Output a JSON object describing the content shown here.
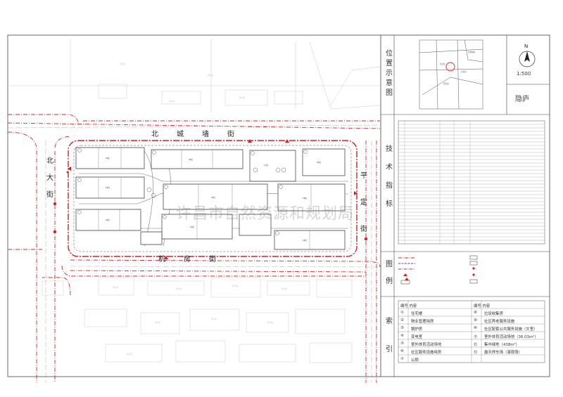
{
  "watermark": "许昌市自然资源和规划局",
  "streets": {
    "north": "北城墙街",
    "west": "北大街",
    "east": "平定街",
    "south": "机房街"
  },
  "sidebar": {
    "location_title": "位置示意图",
    "tech_title": "技术指标",
    "legend_title": "图例",
    "index_title": "索引",
    "scale": "1:500",
    "north_letter": "N",
    "place_name": "隐庐"
  },
  "index_table": {
    "header_left": "编号  内容",
    "header_right": "编号  内容",
    "left": [
      {
        "no": "①",
        "text": "住宅楼"
      },
      {
        "no": "②",
        "text": "物业管理用房"
      },
      {
        "no": "③",
        "text": "锅炉房"
      },
      {
        "no": "④",
        "text": "变电室"
      },
      {
        "no": "⑤",
        "text": "室外体育活动场地"
      },
      {
        "no": "⑥",
        "text": "社区服务设施用房"
      },
      {
        "no": "⑦",
        "text": "公厕"
      }
    ],
    "right": [
      {
        "no": "⑧",
        "text": "垃圾收集房"
      },
      {
        "no": "⑨",
        "text": "社区养老服务设施"
      },
      {
        "no": "⑩",
        "text": "社区配套公共服务设施（文室）"
      },
      {
        "no": "⑪",
        "text": "室外体育活动场地（36.03m²）"
      },
      {
        "no": "⑫",
        "text": "集中绿地（438m²）"
      },
      {
        "no": "⑬",
        "text": "露天停车场（港观场）"
      }
    ]
  },
  "colors": {
    "redline": "#d62020",
    "road": "#cc2a2a",
    "building": "#333333",
    "frame": "#555555"
  }
}
